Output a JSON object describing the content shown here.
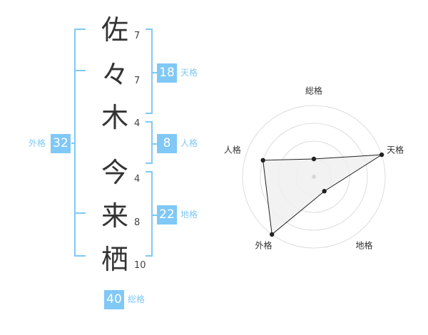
{
  "name": {
    "chars": [
      {
        "char": "佐",
        "strokes": "7"
      },
      {
        "char": "々",
        "strokes": "7"
      },
      {
        "char": "木",
        "strokes": "4"
      },
      {
        "char": "今",
        "strokes": "4"
      },
      {
        "char": "来",
        "strokes": "8"
      },
      {
        "char": "栖",
        "strokes": "10"
      }
    ]
  },
  "kakusu": {
    "tenkaku": {
      "value": "18",
      "label": "天格"
    },
    "jinkaku": {
      "value": "8",
      "label": "人格"
    },
    "chikaku": {
      "value": "22",
      "label": "地格"
    },
    "gaikaku": {
      "value": "32",
      "label": "外格"
    },
    "soukaku": {
      "value": "40",
      "label": "総格"
    }
  },
  "chart_data": {
    "type": "radar",
    "axes": [
      "総格",
      "天格",
      "地格",
      "外格",
      "人格"
    ],
    "values": [
      1,
      4,
      1,
      4,
      3
    ],
    "max": 4,
    "rings": 4
  },
  "colors": {
    "accent": "#80c8f6",
    "text": "#333333",
    "fill": "#f0f0f0"
  }
}
